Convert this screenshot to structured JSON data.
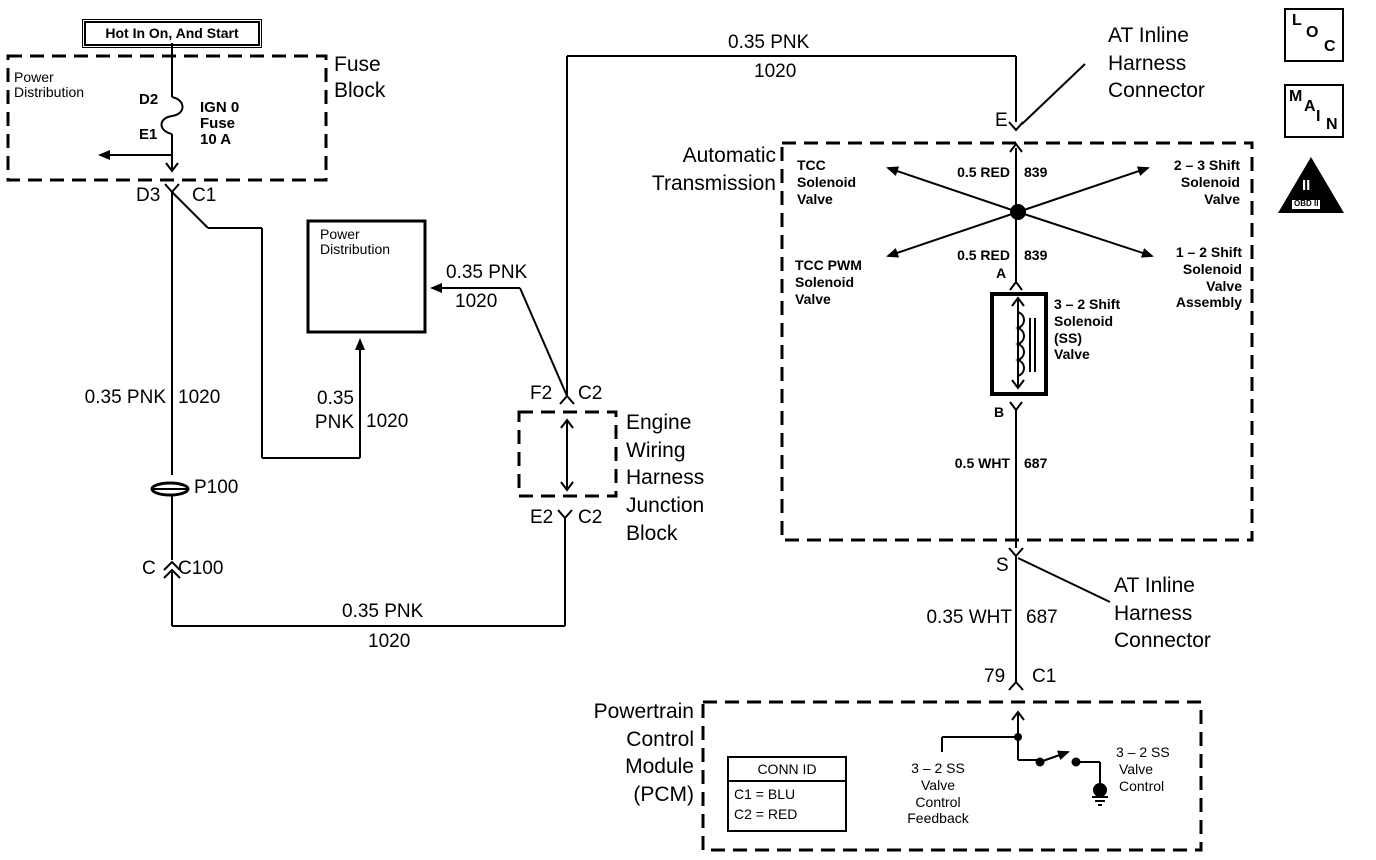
{
  "header": {
    "power_note": "Hot In On, And Start"
  },
  "nav_icons": {
    "loc": [
      "L",
      "O",
      "C"
    ],
    "main": [
      "M",
      "A",
      "I",
      "N"
    ],
    "obd": {
      "roman": "II",
      "label": "OBD II"
    }
  },
  "fuse_block": {
    "title": [
      "Fuse",
      "Block"
    ],
    "inner_label": [
      "Power",
      "Distribution"
    ],
    "terminal_top": "D2",
    "terminal_bottom": "E1",
    "fuse_name": [
      "IGN 0",
      "Fuse",
      "10 A"
    ],
    "out_terminal": "D3",
    "out_connector": "C1"
  },
  "power_distribution_box": {
    "label": [
      "Power",
      "Distribution"
    ]
  },
  "wires": {
    "left_vertical": {
      "gauge_color": "0.35 PNK",
      "circuit": "1020"
    },
    "pd_feed_vertical": {
      "gauge_color": [
        "0.35",
        "PNK"
      ],
      "circuit": "1020"
    },
    "pd_feed_diagonal": {
      "gauge_color": "0.35 PNK",
      "circuit": "1020"
    },
    "top_run": {
      "gauge_color": "0.35 PNK",
      "circuit": "1020"
    },
    "bottom_run": {
      "gauge_color": "0.35 PNK",
      "circuit": "1020"
    },
    "trans_top": {
      "gauge_color": "0.5 RED",
      "circuit": "839"
    },
    "trans_mid": {
      "gauge_color": "0.5 RED",
      "circuit": "839"
    },
    "trans_bottom": {
      "gauge_color": "0.5 WHT",
      "circuit": "687"
    },
    "pcm_feed": {
      "gauge_color": "0.35 WHT",
      "circuit": "687"
    }
  },
  "splice": {
    "label": "P100"
  },
  "inline_connector_c100": {
    "terminal": "C",
    "connector": "C100"
  },
  "junction_block": {
    "title": [
      "Engine",
      "Wiring",
      "Harness",
      "Junction",
      "Block"
    ],
    "top_terminal": "F2",
    "top_connector": "C2",
    "bottom_terminal": "E2",
    "bottom_connector": "C2"
  },
  "automatic_transmission": {
    "title": [
      "Automatic",
      "Transmission"
    ],
    "connector_top_terminal": "E",
    "connector_top_label": [
      "AT Inline",
      "Harness",
      "Connector"
    ],
    "terminal_a": "A",
    "terminal_b": "B",
    "components": {
      "tcc": [
        "TCC",
        "Solenoid",
        "Valve"
      ],
      "tcc_pwm": [
        "TCC PWM",
        "Solenoid",
        "Valve"
      ],
      "shift_23": [
        "2 – 3 Shift",
        "Solenoid",
        "Valve"
      ],
      "shift_12": [
        "1 – 2 Shift",
        "Solenoid",
        "Valve",
        "Assembly"
      ],
      "shift_32": [
        "3 – 2 Shift",
        "Solenoid",
        "(SS)",
        "Valve"
      ]
    },
    "connector_bottom_terminal": "S",
    "connector_bottom_label": [
      "AT Inline",
      "Harness",
      "Connector"
    ]
  },
  "pcm": {
    "title": [
      "Powertrain",
      "Control",
      "Module",
      "(PCM)"
    ],
    "pin": "79",
    "connector": "C1",
    "conn_id": {
      "header": "CONN ID",
      "rows": [
        "C1 = BLU",
        "C2 = RED"
      ]
    },
    "feedback_label": [
      "3 – 2 SS",
      "Valve",
      "Control",
      "Feedback"
    ],
    "control_label": [
      "3 – 2 SS",
      "Valve",
      "Control"
    ]
  }
}
